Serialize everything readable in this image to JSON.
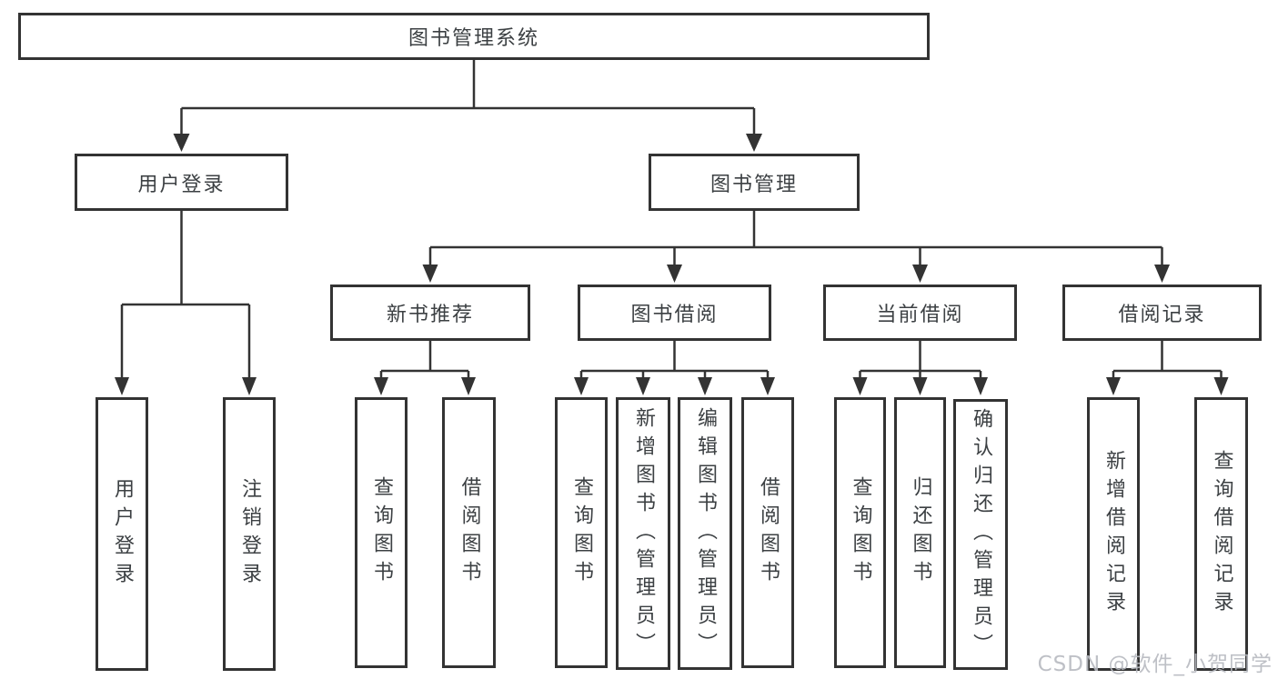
{
  "diagram": {
    "root": {
      "label": "图书管理系统"
    },
    "level2": [
      {
        "id": "user-login",
        "label": "用户登录",
        "children": [
          {
            "label": "用户登录"
          },
          {
            "label": "注销登录"
          }
        ]
      },
      {
        "id": "book-management",
        "label": "图书管理",
        "children": [
          {
            "label": "新书推荐",
            "children": [
              {
                "label": "查询图书"
              },
              {
                "label": "借阅图书"
              }
            ]
          },
          {
            "label": "图书借阅",
            "children": [
              {
                "label": "查询图书"
              },
              {
                "label": "新增图书（管理员）"
              },
              {
                "label": "编辑图书（管理员）"
              },
              {
                "label": "借阅图书"
              }
            ]
          },
          {
            "label": "当前借阅",
            "children": [
              {
                "label": "查询图书"
              },
              {
                "label": "归还图书"
              },
              {
                "label": "确认归还（管理员）"
              }
            ]
          },
          {
            "label": "借阅记录",
            "children": [
              {
                "label": "新增借阅记录"
              },
              {
                "label": "查询借阅记录"
              }
            ]
          }
        ]
      }
    ]
  },
  "watermark": {
    "text": "CSDN @软件_小贺同学"
  },
  "colors": {
    "line": "#333333",
    "text": "#3c4043",
    "background": "#ffffff",
    "watermark": "#b7bac0"
  }
}
